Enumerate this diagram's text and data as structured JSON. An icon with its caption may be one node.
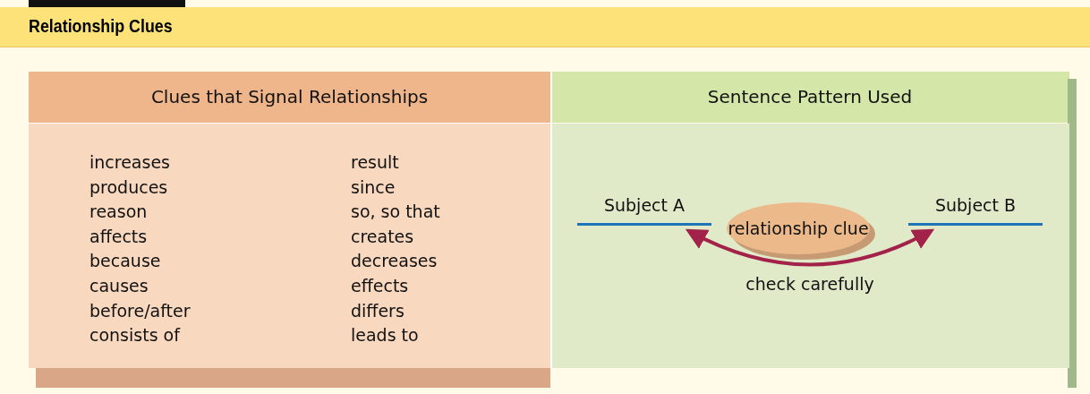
{
  "diagram": {
    "title": "Relationship Clues",
    "nodes": [
      {
        "text": [
          "Subject A"
        ]
      },
      {
        "text": [
          "relationship clue"
        ]
      },
      {
        "text": [
          "Subject B"
        ]
      }
    ],
    "edges": [
      {
        "from": 0,
        "to": 2,
        "arrow": "both",
        "label": "check carefully"
      }
    ],
    "labels": [
      "Clues that Signal Relationships",
      "Sentence Pattern Used",
      "increases",
      "result",
      "produces",
      "since",
      "reason",
      "so, so that",
      "affects",
      "creates",
      "because",
      "decreases",
      "causes",
      "effects",
      "before/after",
      "differs",
      "consists of",
      "leads to"
    ]
  }
}
